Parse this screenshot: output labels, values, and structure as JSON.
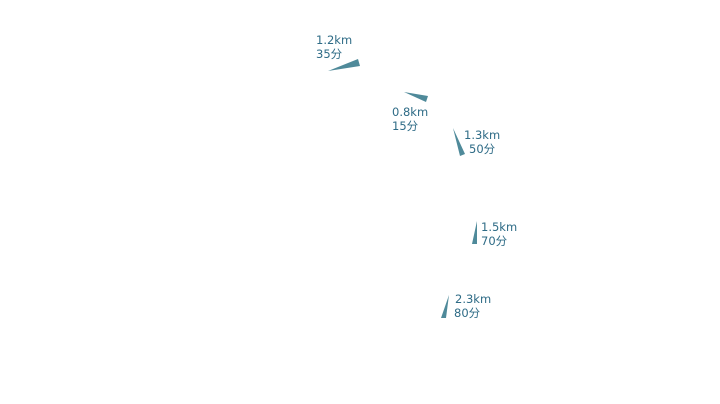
{
  "map": {
    "route_color": "#4f8a9a",
    "label_color": "#2e6b86",
    "segments": [
      {
        "distance": "1.2km",
        "time": "35分"
      },
      {
        "distance": "0.8km",
        "time": "15分"
      },
      {
        "distance": "1.3km",
        "time": "50分"
      },
      {
        "distance": "1.5km",
        "time": "70分"
      },
      {
        "distance": "2.3km",
        "time": "80分"
      }
    ]
  }
}
